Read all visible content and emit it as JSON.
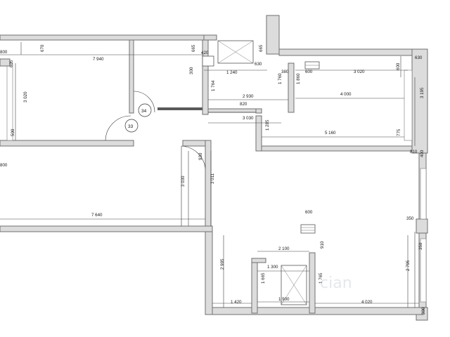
{
  "dimensions": {
    "d_800_top": "800",
    "d_670": "670",
    "d_7940": "7 940",
    "d_665_a": "665",
    "d_420": "420",
    "d_665_b": "665",
    "d_630_a": "630",
    "d_630_b": "630",
    "d_605": "605",
    "d_3020_left": "3 020",
    "d_500": "500",
    "d_800_mid": "800",
    "d_300": "300",
    "d_1240": "1 240",
    "d_380": "380",
    "d_600_top": "600",
    "d_3020_right": "3 020",
    "d_600_right": "600",
    "d_3195": "3 195",
    "d_1764": "1 764",
    "d_2930": "2 930",
    "d_1760": "1 760",
    "d_1860": "1 860",
    "d_4000": "4 000",
    "d_820": "820",
    "d_3030_h": "3 030",
    "d_1285": "1 285",
    "d_5160": "5 160",
    "d_775": "775",
    "d_810": "810",
    "d_400": "400",
    "d_930": "930",
    "d_3030_v": "3 030",
    "d_3011": "3 011",
    "d_7640": "7 640",
    "d_600_mid": "600",
    "d_350_a": "350",
    "d_910": "910",
    "d_2100": "2 100",
    "d_350_b": "350",
    "d_2995": "2 995",
    "d_1300": "1 300",
    "d_2795": "2 795",
    "d_1665": "1 665",
    "d_1765": "1 765",
    "d_1420": "1 420",
    "d_1900": "1 900",
    "d_4020": "4 020",
    "d_300_bottom": "300"
  },
  "room_tags": {
    "tag_34": "34",
    "tag_33": "33"
  },
  "watermark": {
    "text": "cian"
  }
}
